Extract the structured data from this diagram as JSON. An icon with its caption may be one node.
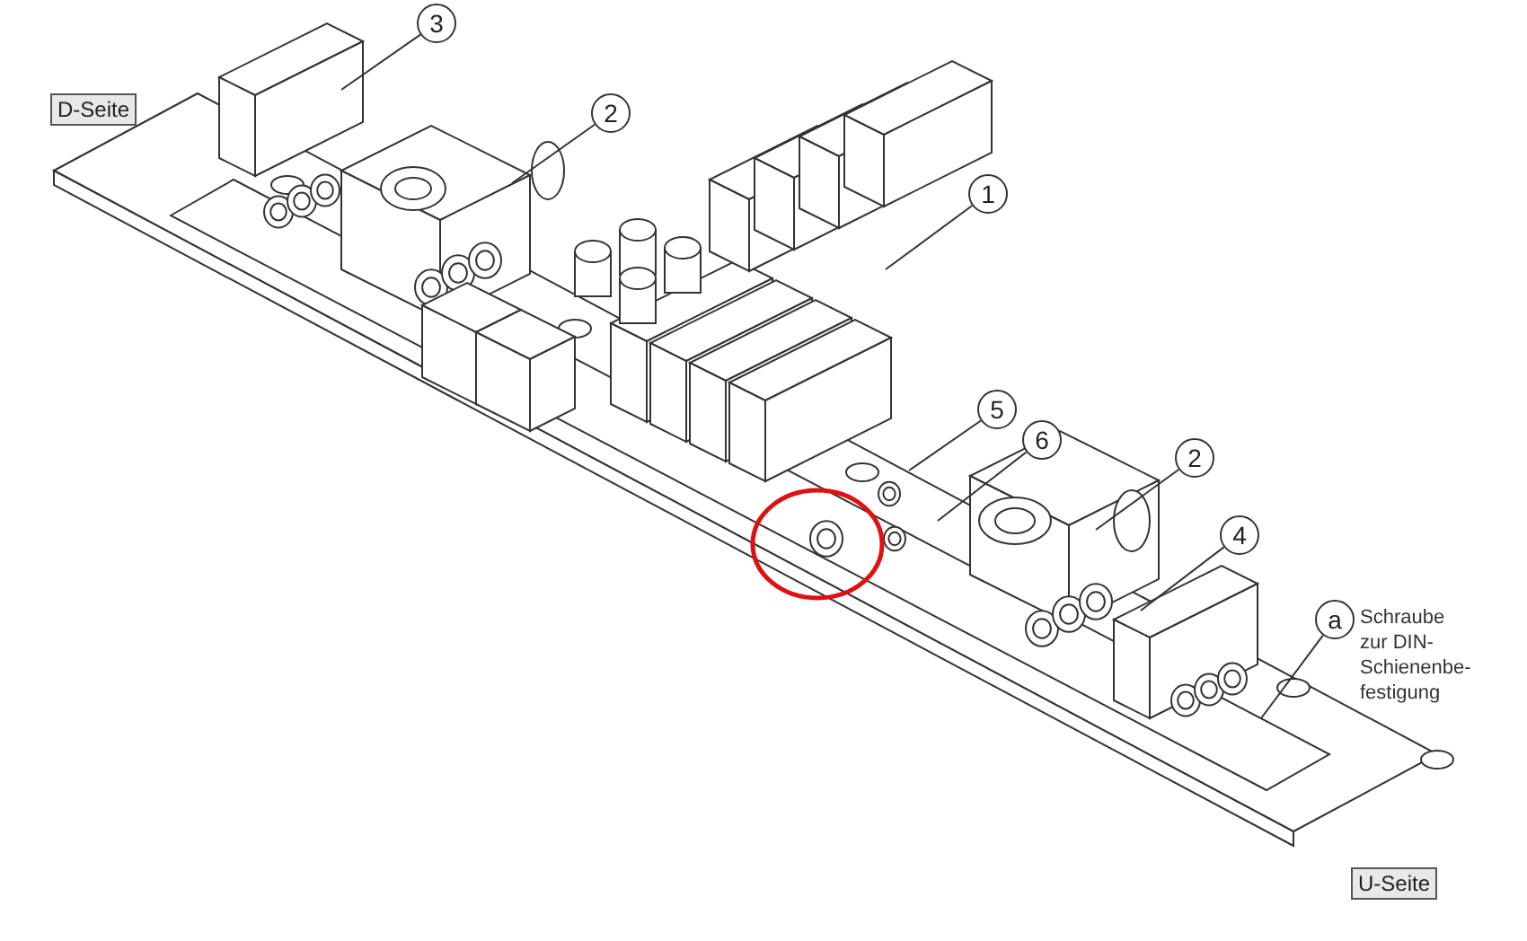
{
  "diagram": {
    "nodes": [
      {
        "text": [
          "D-Seite"
        ]
      },
      {
        "text": [
          "3"
        ]
      },
      {
        "text": [
          "2"
        ]
      },
      {
        "text": [
          "1"
        ]
      },
      {
        "text": [
          "5"
        ]
      },
      {
        "text": [
          "6"
        ]
      },
      {
        "text": [
          "2"
        ]
      },
      {
        "text": [
          "4"
        ]
      },
      {
        "text": [
          "a"
        ],
        "beside": [
          "Schraube zur DIN- Schienenbe- festigung"
        ]
      },
      {
        "text": [
          "U-Seite"
        ]
      }
    ],
    "edges": [
      {
        "from": 1,
        "to": null,
        "arrow": "none"
      },
      {
        "from": 2,
        "to": null,
        "arrow": "none"
      },
      {
        "from": 3,
        "to": null,
        "arrow": "none"
      },
      {
        "from": 4,
        "to": null,
        "arrow": "none"
      },
      {
        "from": 5,
        "to": null,
        "arrow": "none"
      },
      {
        "from": 6,
        "to": null,
        "arrow": "none"
      },
      {
        "from": 7,
        "to": null,
        "arrow": "none"
      },
      {
        "from": 8,
        "to": null,
        "arrow": "none"
      }
    ]
  }
}
